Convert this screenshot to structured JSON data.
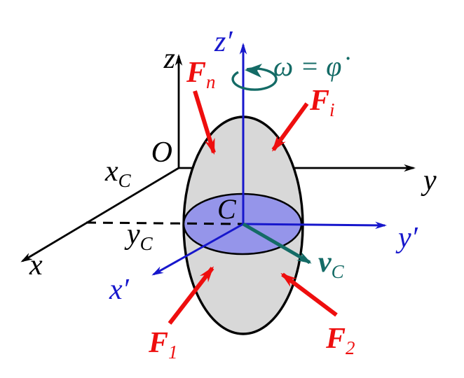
{
  "colors": {
    "black": "#000000",
    "red": "#ee0e0e",
    "blue": "#1717cc",
    "teal": "#146b66",
    "body_fill": "#d8d8d8",
    "disk_fill": "#9595ea"
  },
  "labels": {
    "origin": "O",
    "axis_x": "x",
    "axis_y": "y",
    "axis_z": "z",
    "axis_x_prime": "x′",
    "axis_y_prime": "y′",
    "axis_z_prime": "z′",
    "center": "C",
    "coord_xc": {
      "base": "x",
      "sub": "C"
    },
    "coord_yc": {
      "base": "y",
      "sub": "C"
    },
    "force_n": {
      "base": "F",
      "sub": "n"
    },
    "force_i": {
      "base": "F",
      "sub": "i"
    },
    "force_1": {
      "base": "F",
      "sub": "1"
    },
    "force_2": {
      "base": "F",
      "sub": "2"
    },
    "velocity_c": {
      "base": "v",
      "sub": "C"
    },
    "angular_velocity": "ω = φ̇"
  }
}
